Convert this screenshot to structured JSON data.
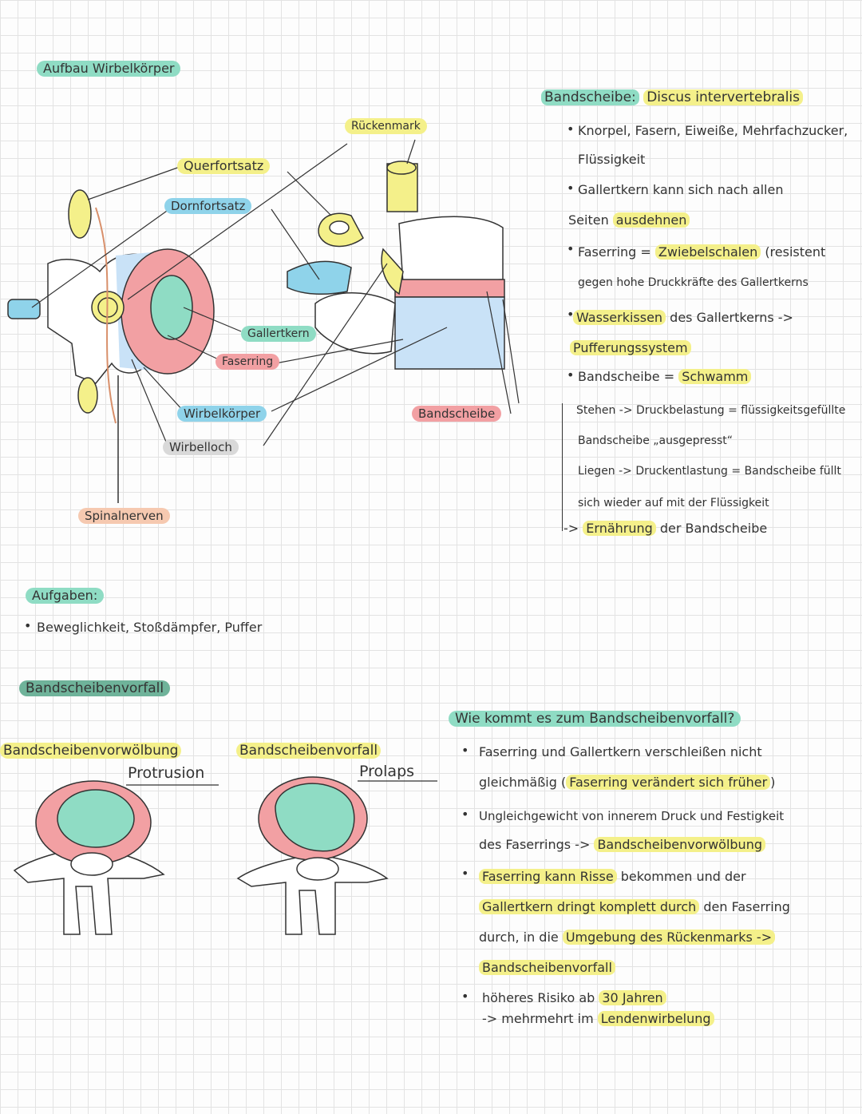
{
  "section1": {
    "title": "Aufbau Wirbelkörper"
  },
  "labels": {
    "rueckenmark": "Rückenmark",
    "querfortsatz": "Querfortsatz",
    "dornfortsatz": "Dornfortsatz",
    "gallertkern": "Gallertkern",
    "faserring": "Faserring",
    "wirbelkoerper": "Wirbelkörper",
    "wirbelloch": "Wirbelloch",
    "bandscheibe": "Bandscheibe",
    "spinalnerven": "Spinalnerven"
  },
  "bandscheibe_notes": {
    "heading": "Bandscheibe:",
    "heading_rest": "Discus intervertebralis",
    "l1": "Knorpel, Fasern, Eiweiße, Mehrfachzucker,",
    "l2": "Flüssigkeit",
    "l3": "Gallertkern kann sich nach allen",
    "l4a": "Seiten",
    "l4b": "ausdehnen",
    "l5a": "Faserring =",
    "l5b": "Zwiebelschalen",
    "l5c": "(resistent",
    "l6": "gegen hohe Druckkräfte des Gallertkerns",
    "l7a": "Wasserkissen",
    "l7b": "des Gallertkerns ->",
    "l8": "Pufferungssystem",
    "l9a": "Bandscheibe =",
    "l9b": "Schwamm",
    "l10": "Stehen -> Druckbelastung = flüssigkeitsgefüllte",
    "l11": "Bandscheibe „ausgepresst“",
    "l12": "Liegen -> Druckentlastung = Bandscheibe füllt",
    "l13": "sich wieder auf mit der Flüssigkeit",
    "l14a": "->",
    "l14b": "Ernährung",
    "l14c": "der Bandscheibe"
  },
  "aufgaben": {
    "title": "Aufgaben:",
    "item": "Beweglichkeit, Stoßdämpfer, Puffer"
  },
  "vorfall": {
    "title": "Bandscheibenvorfall",
    "left_title": "Bandscheibenvorwölbung",
    "left_sub": "Protrusion",
    "right_title": "Bandscheibenvorfall",
    "right_sub": "Prolaps"
  },
  "wie": {
    "title": "Wie kommt es zum Bandscheibenvorfall?",
    "b1l1": "Faserring und Gallertkern verschleißen nicht",
    "b1l2a": "gleichmäßig (",
    "b1l2b": "Faserring verändert sich früher",
    "b1l2c": ")",
    "b2l1": "Ungleichgewicht von innerem Druck und Festigkeit",
    "b2l2a": "des Faserrings ->",
    "b2l2b": "Bandscheibenvorwölbung",
    "b3l1a": "Faserring kann Risse",
    "b3l1b": "bekommen und der",
    "b3l2a": "Gallertkern dringt komplett durch",
    "b3l2b": "den Faserring",
    "b3l3a": "durch, in die",
    "b3l3b": "Umgebung des Rückenmarks ->",
    "b3l4": "Bandscheibenvorfall",
    "b4l1a": "höheres Risiko ab",
    "b4l1b": "30 Jahren",
    "b4l2a": "-> mehrmehrt im",
    "b4l2b": "Lendenwirbelung"
  },
  "colors": {
    "teal": "#8fdcc4",
    "yellow": "#f4f08a",
    "blue": "#8fd3ea",
    "red": "#f2a0a3",
    "peach": "#f6c9b0"
  }
}
